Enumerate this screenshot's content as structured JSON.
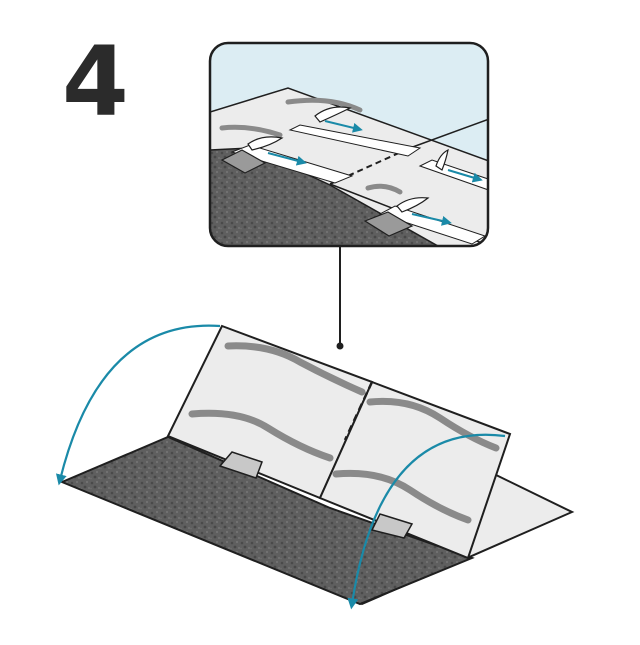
{
  "step": {
    "number": "4"
  },
  "illustration": {
    "subject": "roofing-underlayment-install-step",
    "colors": {
      "outline": "#1f1f1f",
      "sheet_fill": "#ececec",
      "sheet_line": "#8a8a8a",
      "roof_surface": "#5f5f5f",
      "sky": "#dcedf3",
      "arrow": "#1a8aa8",
      "backing_paper": "#ffffff"
    },
    "icons": [
      "peel-arrow",
      "fold-arrow",
      "release-film"
    ]
  }
}
